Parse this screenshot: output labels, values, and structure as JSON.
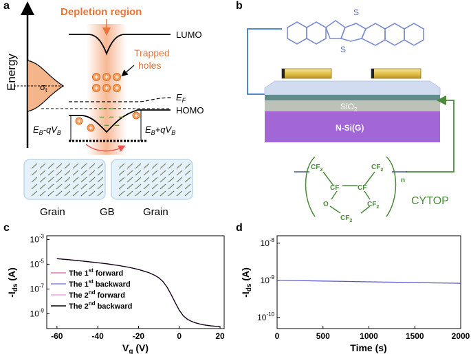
{
  "panels": {
    "a": {
      "label": "a",
      "energy_axis": "Energy",
      "depletion_region": "Depletion region",
      "lumo": "LUMO",
      "homo": "HOMO",
      "ef": "E",
      "ef_sub": "F",
      "trapped_line1": "Trapped",
      "trapped_line2": "holes",
      "sigma": "σ",
      "sigma_sub": "t",
      "eb_minus": "E",
      "eb_minus_sub": "B",
      "eb_minus_mid": "-qV",
      "eb_minus_sub2": "B",
      "eb_plus": "E",
      "eb_plus_sub": "B",
      "eb_plus_mid": "+qV",
      "eb_plus_sub2": "B",
      "grain_left": "Grain",
      "gb": "GB",
      "grain_right": "Grain",
      "plus_symbol": "+",
      "minus_symbol": "–"
    },
    "b": {
      "label": "b",
      "sio2": "SiO",
      "sio2_sub": "2",
      "nsi": "N-Si(G)",
      "cytop": "CYTOP",
      "cf2": "CF",
      "cf2_sub": "2",
      "cf": "CF",
      "o": "O",
      "n": "n",
      "s": "S"
    },
    "c": {
      "label": "c",
      "ylabel_main": "-I",
      "ylabel_sub": "ds",
      "ylabel_unit": "(A)",
      "xlabel_main": "V",
      "xlabel_sub": "g",
      "xlabel_unit": "(V)",
      "ytick_base": "10",
      "legend": [
        {
          "pre": "The 1",
          "sup": "st",
          "post": " forward",
          "color": "#e07ab0"
        },
        {
          "pre": "The 1",
          "sup": "st",
          "post": " backward",
          "color": "#8888dd"
        },
        {
          "pre": "The 2",
          "sup": "nd",
          "post": " forward",
          "color": "#f0a0e0"
        },
        {
          "pre": "The 2",
          "sup": "nd",
          "post": " backward",
          "color": "#000000"
        }
      ]
    },
    "d": {
      "label": "d",
      "ylabel_main": "-I",
      "ylabel_sub": "ds",
      "ylabel_unit": "(A)",
      "xlabel": "Time (s)",
      "ytick_base": "10"
    }
  },
  "chart_data": [
    {
      "type": "line",
      "panel": "c",
      "xlabel": "Vg (V)",
      "ylabel": "-Ids (A)",
      "xlim": [
        -65,
        22
      ],
      "ylim_log10": [
        -10.2,
        -2.7
      ],
      "yscale": "log",
      "x_ticks": [
        -60,
        -40,
        -20,
        0,
        20
      ],
      "y_ticks_exp": [
        -3,
        -5,
        -7,
        -9
      ],
      "x": [
        -60,
        -55,
        -50,
        -45,
        -40,
        -35,
        -30,
        -25,
        -20,
        -15,
        -12,
        -10,
        -8,
        -6,
        -4,
        -2,
        0,
        2,
        4,
        6,
        8,
        10,
        12,
        15,
        20
      ],
      "series": [
        {
          "name": "The 1st forward",
          "color": "#e07ab0",
          "log10_values": [
            -4.55,
            -4.62,
            -4.7,
            -4.79,
            -4.88,
            -4.98,
            -5.1,
            -5.24,
            -5.42,
            -5.68,
            -5.9,
            -6.1,
            -6.4,
            -6.85,
            -7.45,
            -8.1,
            -8.72,
            -9.18,
            -9.45,
            -9.62,
            -9.74,
            -9.83,
            -9.9,
            -9.97,
            -10.05
          ]
        },
        {
          "name": "The 1st backward",
          "color": "#8888dd",
          "log10_values": [
            -4.55,
            -4.62,
            -4.7,
            -4.79,
            -4.88,
            -4.98,
            -5.1,
            -5.24,
            -5.42,
            -5.68,
            -5.9,
            -6.1,
            -6.4,
            -6.85,
            -7.45,
            -8.1,
            -8.72,
            -9.18,
            -9.45,
            -9.62,
            -9.74,
            -9.83,
            -9.9,
            -9.97,
            -10.05
          ]
        },
        {
          "name": "The 2nd forward",
          "color": "#f0a0e0",
          "log10_values": [
            -4.55,
            -4.62,
            -4.7,
            -4.79,
            -4.88,
            -4.98,
            -5.1,
            -5.24,
            -5.42,
            -5.68,
            -5.9,
            -6.1,
            -6.4,
            -6.85,
            -7.45,
            -8.1,
            -8.72,
            -9.18,
            -9.45,
            -9.62,
            -9.74,
            -9.83,
            -9.9,
            -9.97,
            -10.05
          ]
        },
        {
          "name": "The 2nd backward",
          "color": "#000000",
          "log10_values": [
            -4.55,
            -4.62,
            -4.7,
            -4.79,
            -4.88,
            -4.98,
            -5.1,
            -5.24,
            -5.42,
            -5.68,
            -5.9,
            -6.1,
            -6.4,
            -6.85,
            -7.45,
            -8.1,
            -8.72,
            -9.18,
            -9.45,
            -9.62,
            -9.74,
            -9.83,
            -9.9,
            -9.97,
            -10.05
          ]
        }
      ]
    },
    {
      "type": "line",
      "panel": "d",
      "xlabel": "Time (s)",
      "ylabel": "-Ids (A)",
      "xlim": [
        0,
        2000
      ],
      "ylim_log10": [
        -10.3,
        -7.8
      ],
      "yscale": "log",
      "x_ticks": [
        0,
        500,
        1000,
        1500,
        2000
      ],
      "y_ticks_exp": [
        -8,
        -9,
        -10
      ],
      "x": [
        0,
        250,
        500,
        750,
        1000,
        1250,
        1500,
        1750,
        2000
      ],
      "series": [
        {
          "name": "",
          "color": "#5555cc",
          "log10_values": [
            -9.0,
            -9.01,
            -9.02,
            -9.03,
            -9.04,
            -9.05,
            -9.06,
            -9.07,
            -9.08
          ]
        }
      ]
    }
  ]
}
